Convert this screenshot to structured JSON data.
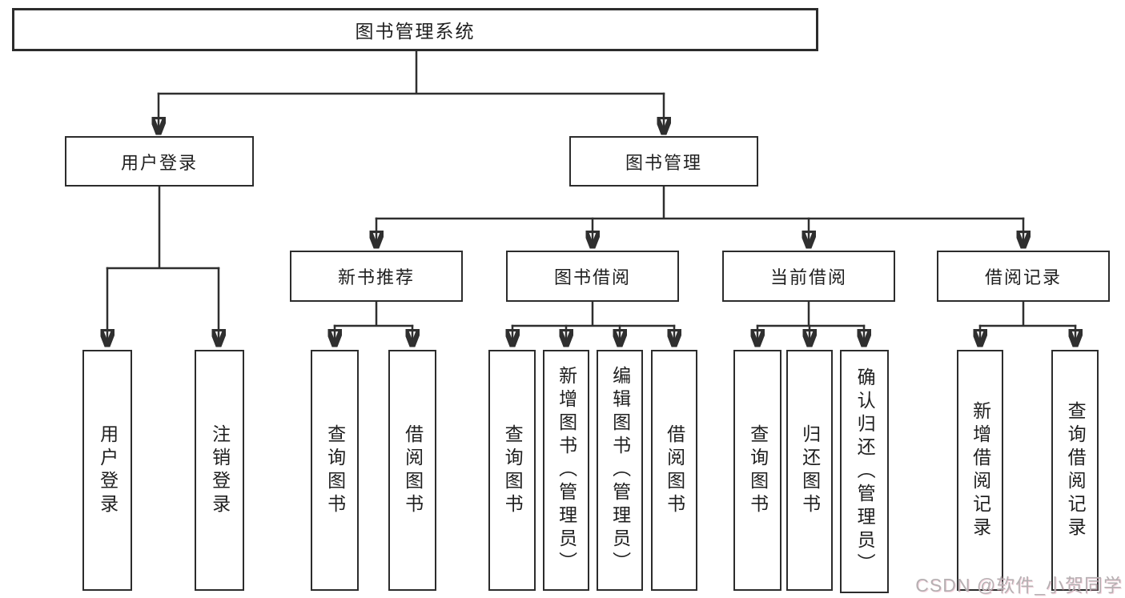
{
  "diagram": {
    "background_color": "#ffffff",
    "line_color": "#2f2f2f",
    "box_border_color": "#2c2c2c",
    "text_color": "#1f1f1f",
    "watermark": {
      "text": "CSDN @软件_小贺同学",
      "color": "#b5b0b2"
    },
    "tree": {
      "label": "图书管理系统",
      "children": [
        {
          "label": "用户登录",
          "children": [
            {
              "label": "用户登录"
            },
            {
              "label": "注销登录"
            }
          ]
        },
        {
          "label": "图书管理",
          "children": [
            {
              "label": "新书推荐",
              "children": [
                {
                  "label": "查询图书"
                },
                {
                  "label": "借阅图书"
                }
              ]
            },
            {
              "label": "图书借阅",
              "children": [
                {
                  "label": "查询图书"
                },
                {
                  "label": "新增图书（管理员）"
                },
                {
                  "label": "编辑图书（管理员）"
                },
                {
                  "label": "借阅图书"
                }
              ]
            },
            {
              "label": "当前借阅",
              "children": [
                {
                  "label": "查询图书"
                },
                {
                  "label": "归还图书"
                },
                {
                  "label": "确认归还（管理员）"
                }
              ]
            },
            {
              "label": "借阅记录",
              "children": [
                {
                  "label": "新增借阅记录"
                },
                {
                  "label": "查询借阅记录"
                }
              ]
            }
          ]
        }
      ]
    }
  }
}
